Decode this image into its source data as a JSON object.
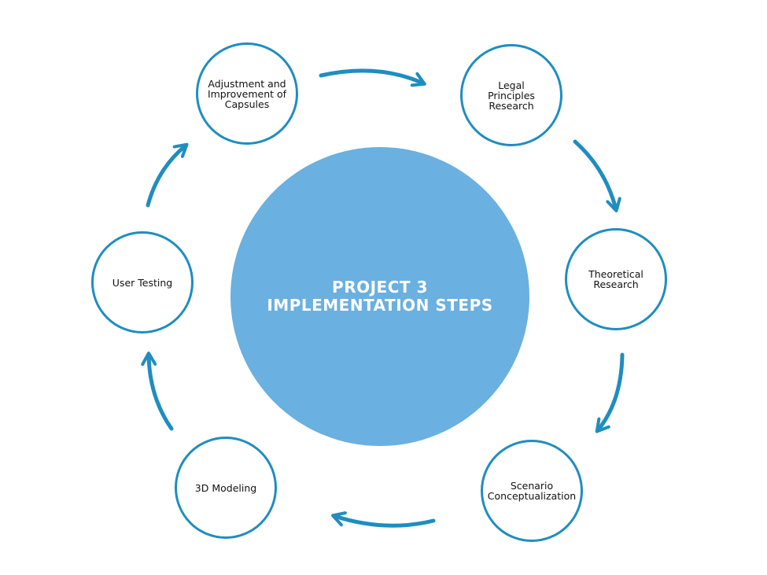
{
  "title_line1": "PROJECT 3",
  "title_line2": "IMPLEMENTATION STEPS",
  "steps": [
    {
      "label": "Adjustment and Improvement of Capsules"
    },
    {
      "label": "Legal Principles Research"
    },
    {
      "label": "Theoretical Research"
    },
    {
      "label": "Scenario Conceptualization"
    },
    {
      "label": "3D Modeling"
    },
    {
      "label": "User Testing"
    }
  ],
  "colors": {
    "accent": "#1f8dc0",
    "center": "#6ab0e0"
  }
}
